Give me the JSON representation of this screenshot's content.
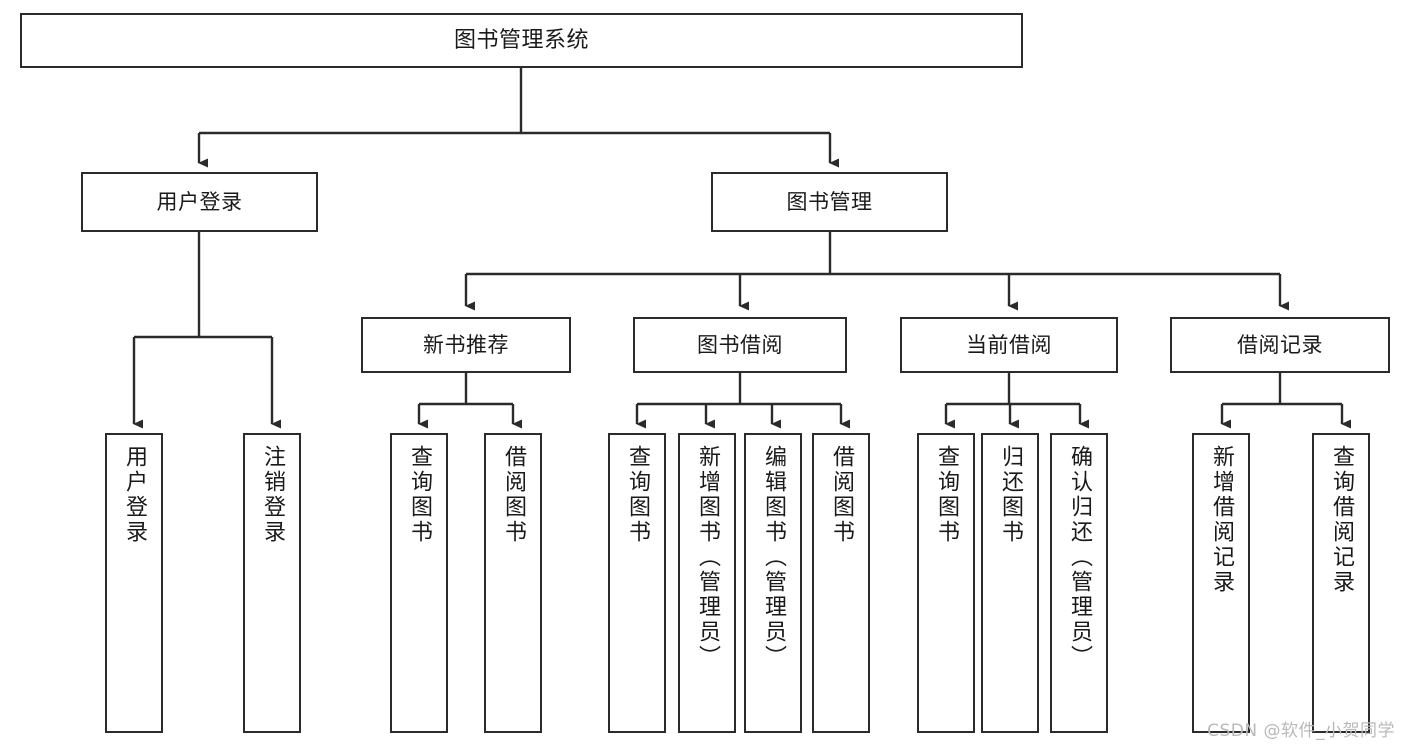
{
  "diagram": {
    "title": "图书管理系统",
    "type": "tree-hierarchy",
    "watermark": "CSDN @软件_小贺同学",
    "colors": {
      "background": "#ffffff",
      "box_border": "#2b2b2b",
      "box_fill": "#ffffff",
      "edge": "#2b2b2b",
      "text": "#1a1a1a",
      "watermark": "#b9b9b9"
    },
    "levels": {
      "root": {
        "label": "图书管理系统"
      },
      "level2": [
        {
          "label": "用户登录"
        },
        {
          "label": "图书管理"
        }
      ],
      "level3": [
        {
          "label": "新书推荐"
        },
        {
          "label": "图书借阅"
        },
        {
          "label": "当前借阅"
        },
        {
          "label": "借阅记录"
        }
      ],
      "leaves": {
        "user_login": [
          {
            "label": "用户登录"
          },
          {
            "label": "注销登录"
          }
        ],
        "new_book": [
          {
            "label": "查询图书"
          },
          {
            "label": "借阅图书"
          }
        ],
        "book_borrow": [
          {
            "label": "查询图书"
          },
          {
            "label": "新增图书（管理员）"
          },
          {
            "label": "编辑图书（管理员）"
          },
          {
            "label": "借阅图书"
          }
        ],
        "current_borrow": [
          {
            "label": "查询图书"
          },
          {
            "label": "归还图书"
          },
          {
            "label": "确认归还（管理员）"
          }
        ],
        "borrow_record": [
          {
            "label": "新增借阅记录"
          },
          {
            "label": "查询借阅记录"
          }
        ]
      }
    }
  }
}
